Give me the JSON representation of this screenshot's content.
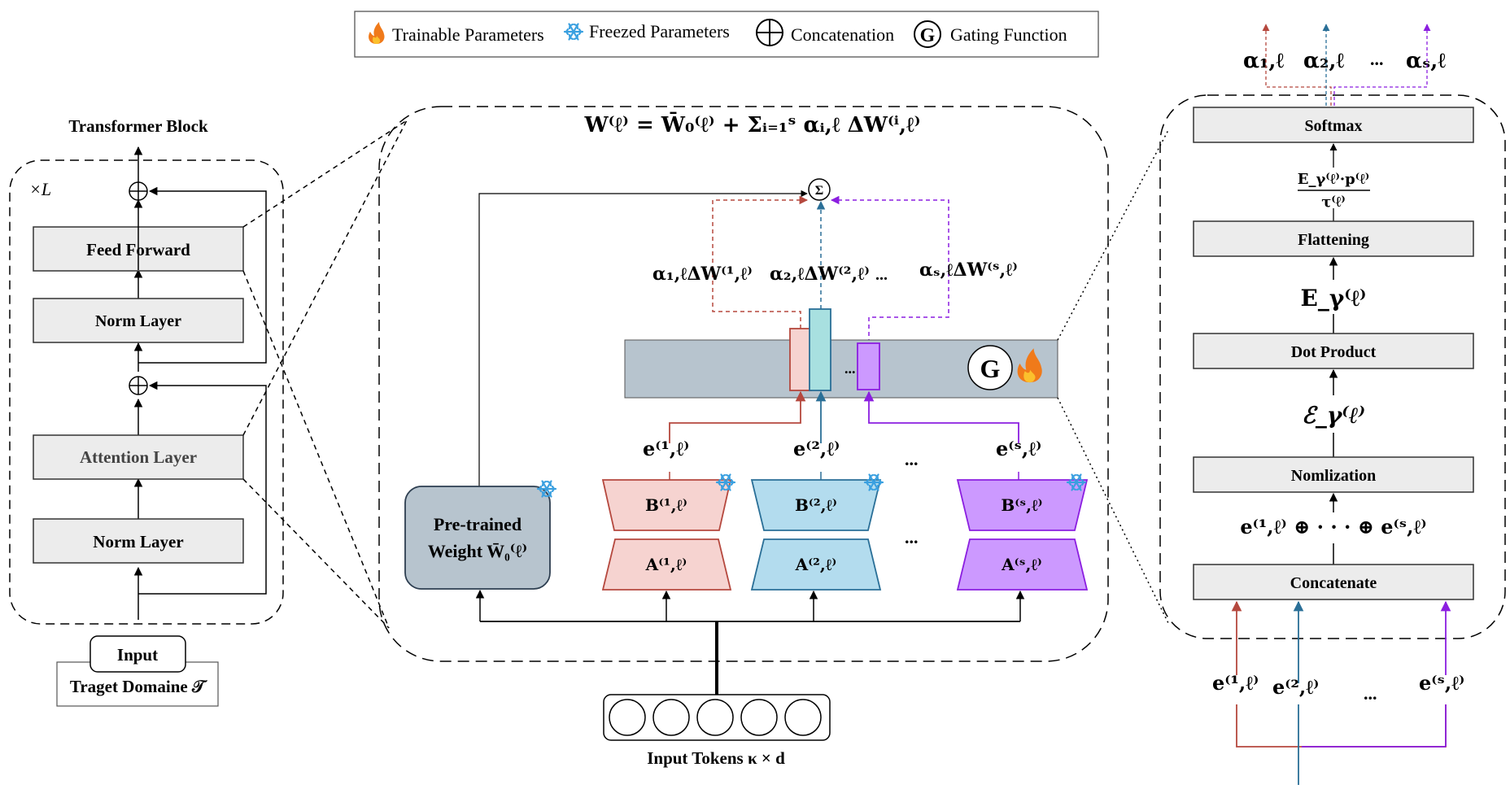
{
  "legend": {
    "trainable": "Trainable Parameters",
    "freezed": "Freezed Parameters",
    "concat": "Concatenation",
    "gating": "Gating Function",
    "gate_symbol": "G"
  },
  "left": {
    "title": "Transformer Block",
    "repeat": "×L",
    "feed_forward": "Feed Forward",
    "norm_top": "Norm Layer",
    "attention": "Attention Layer",
    "norm_bottom": "Norm Layer",
    "input": "Input",
    "target": "Traget Domaine 𝒯"
  },
  "middle": {
    "equation": "W⁽ℓ⁾ = W̄₀⁽ℓ⁾ + Σᵢ₌₁ˢ αᵢ,ℓ ΔW⁽ⁱ,ℓ⁾",
    "sum_symbol": "Σ",
    "contrib1": "α₁,ℓΔW⁽¹,ℓ⁾",
    "contrib2": "α₂,ℓΔW⁽²,ℓ⁾",
    "contrib_dots": "...",
    "contrib_s": "αₛ,ℓΔW⁽ˢ,ℓ⁾",
    "bar_dots": "...",
    "gate_symbol": "G",
    "pretrained_line1": "Pre-trained",
    "pretrained_line2": "Weight W̄₀⁽ℓ⁾",
    "e1": "e⁽¹,ℓ⁾",
    "e2": "e⁽²,ℓ⁾",
    "es": "e⁽ˢ,ℓ⁾",
    "e_dots": "...",
    "b1": "B⁽¹,ℓ⁾",
    "b2": "B⁽²,ℓ⁾",
    "bs": "B⁽ˢ,ℓ⁾",
    "a1": "A⁽¹,ℓ⁾",
    "a2": "A⁽²,ℓ⁾",
    "as": "A⁽ˢ,ℓ⁾",
    "adapter_dots": "...",
    "input_tokens": "Input Tokens κ × d"
  },
  "right": {
    "alpha1": "α₁,ℓ",
    "alpha2": "α₂,ℓ",
    "alpha_dots": "...",
    "alphas": "αₛ,ℓ",
    "softmax": "Softmax",
    "frac_num": "E_γ⁽ℓ⁾·p⁽ℓ⁾",
    "frac_den": "τ⁽ℓ⁾",
    "flattening": "Flattening",
    "e_gamma": "E_γ⁽ℓ⁾",
    "dot_product": "Dot Product",
    "script_e": "ℰ_γ⁽ℓ⁾",
    "normalization": "Nomlization",
    "concat_expr": "e⁽¹,ℓ⁾ ⊕ · · · ⊕ e⁽ˢ,ℓ⁾",
    "concatenate": "Concatenate",
    "e1": "e⁽¹,ℓ⁾",
    "e2": "e⁽²,ℓ⁾",
    "e_dots": "...",
    "es": "e⁽ˢ,ℓ⁾"
  },
  "colors": {
    "expert1": "#b5483e",
    "expert2": "#2a6f97",
    "experts": "#8b1ee0",
    "expert1_fill": "#f6d3d0",
    "expert2_fill": "#b3dcee",
    "experts_fill": "#cc99ff",
    "gray_block": "#ececec",
    "gate_bar": "#b7c4ce",
    "pretrained_fill": "#b7c4ce",
    "snow": "#3aa0e0",
    "flame": "#f07a1a"
  }
}
